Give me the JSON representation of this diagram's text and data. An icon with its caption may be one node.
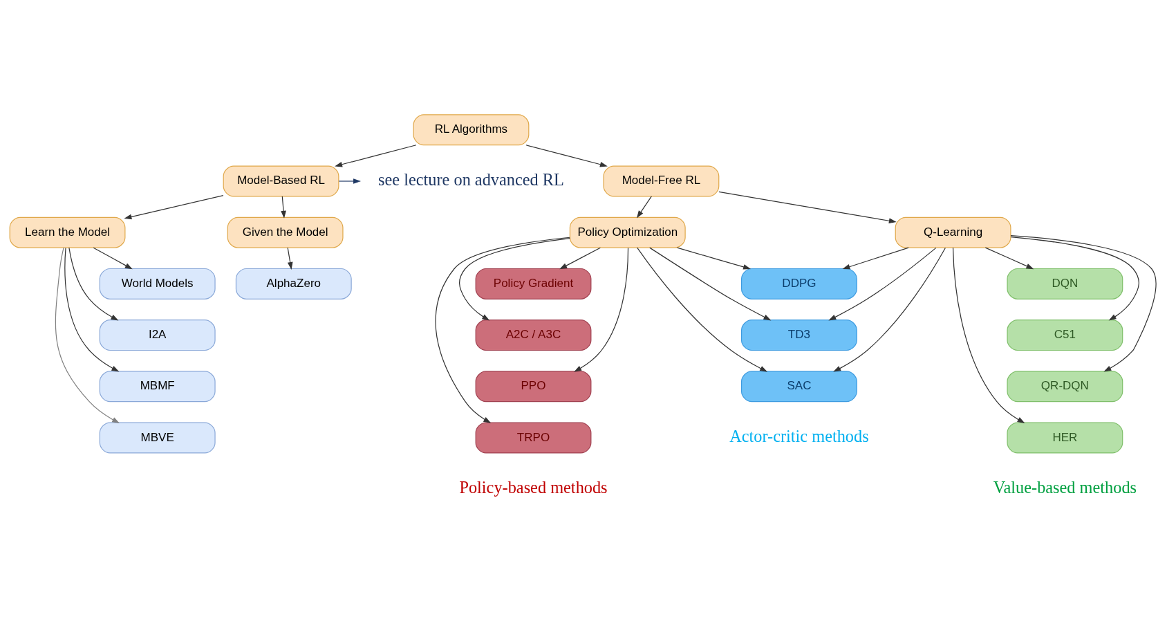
{
  "diagram": {
    "nodes": [
      {
        "text": [
          "RL Algorithms"
        ]
      },
      {
        "text": [
          "Model-Free RL"
        ]
      },
      {
        "text": [
          "Model-Based RL"
        ]
      },
      {
        "text": [
          "Policy Optimization"
        ]
      },
      {
        "text": [
          "Q-Learning"
        ]
      },
      {
        "text": [
          "Learn the Model"
        ]
      },
      {
        "text": [
          "Given the Model"
        ]
      },
      {
        "text": [
          "Policy Gradient"
        ]
      },
      {
        "text": [
          "A2C / A3C"
        ]
      },
      {
        "text": [
          "PPO"
        ]
      },
      {
        "text": [
          "TRPO"
        ]
      },
      {
        "text": [
          "DDPG"
        ]
      },
      {
        "text": [
          "TD3"
        ]
      },
      {
        "text": [
          "SAC"
        ]
      },
      {
        "text": [
          "DQN"
        ]
      },
      {
        "text": [
          "C51"
        ]
      },
      {
        "text": [
          "QR-DQN"
        ]
      },
      {
        "text": [
          "HER"
        ]
      },
      {
        "text": [
          "World Models"
        ]
      },
      {
        "text": [
          "I2A"
        ]
      },
      {
        "text": [
          "MBMF"
        ]
      },
      {
        "text": [
          "MBVE"
        ]
      },
      {
        "text": [
          "AlphaZero"
        ]
      },
      {
        "text": [
          "see lecture on advanced RL"
        ]
      }
    ],
    "edges": [
      {
        "from": 0,
        "to": 1,
        "arrow": "to"
      },
      {
        "from": 0,
        "to": 2,
        "arrow": "to"
      },
      {
        "from": 1,
        "to": 3,
        "arrow": "to"
      },
      {
        "from": 1,
        "to": 4,
        "arrow": "to"
      },
      {
        "from": 2,
        "to": 5,
        "arrow": "to"
      },
      {
        "from": 2,
        "to": 6,
        "arrow": "to"
      },
      {
        "from": 3,
        "to": 7,
        "arrow": "to"
      },
      {
        "from": 3,
        "to": 8,
        "arrow": "to"
      },
      {
        "from": 3,
        "to": 9,
        "arrow": "to"
      },
      {
        "from": 3,
        "to": 10,
        "arrow": "to"
      },
      {
        "from": 3,
        "to": 11,
        "arrow": "to"
      },
      {
        "from": 3,
        "to": 12,
        "arrow": "to"
      },
      {
        "from": 3,
        "to": 13,
        "arrow": "to"
      },
      {
        "from": 4,
        "to": 11,
        "arrow": "to"
      },
      {
        "from": 4,
        "to": 12,
        "arrow": "to"
      },
      {
        "from": 4,
        "to": 13,
        "arrow": "to"
      },
      {
        "from": 4,
        "to": 14,
        "arrow": "to"
      },
      {
        "from": 4,
        "to": 15,
        "arrow": "to"
      },
      {
        "from": 4,
        "to": 16,
        "arrow": "to"
      },
      {
        "from": 4,
        "to": 17,
        "arrow": "to"
      },
      {
        "from": 5,
        "to": 18,
        "arrow": "to"
      },
      {
        "from": 5,
        "to": 19,
        "arrow": "to"
      },
      {
        "from": 5,
        "to": 20,
        "arrow": "to"
      },
      {
        "from": 5,
        "to": 21,
        "arrow": "to",
        "color": "#808080"
      },
      {
        "from": 6,
        "to": 22,
        "arrow": "to"
      },
      {
        "from": 2,
        "to": 23,
        "arrow": "to",
        "color": "#1f3864"
      }
    ],
    "labels": [
      "Actor-critic methods",
      "Policy-based methods",
      "Value-based methods"
    ]
  }
}
